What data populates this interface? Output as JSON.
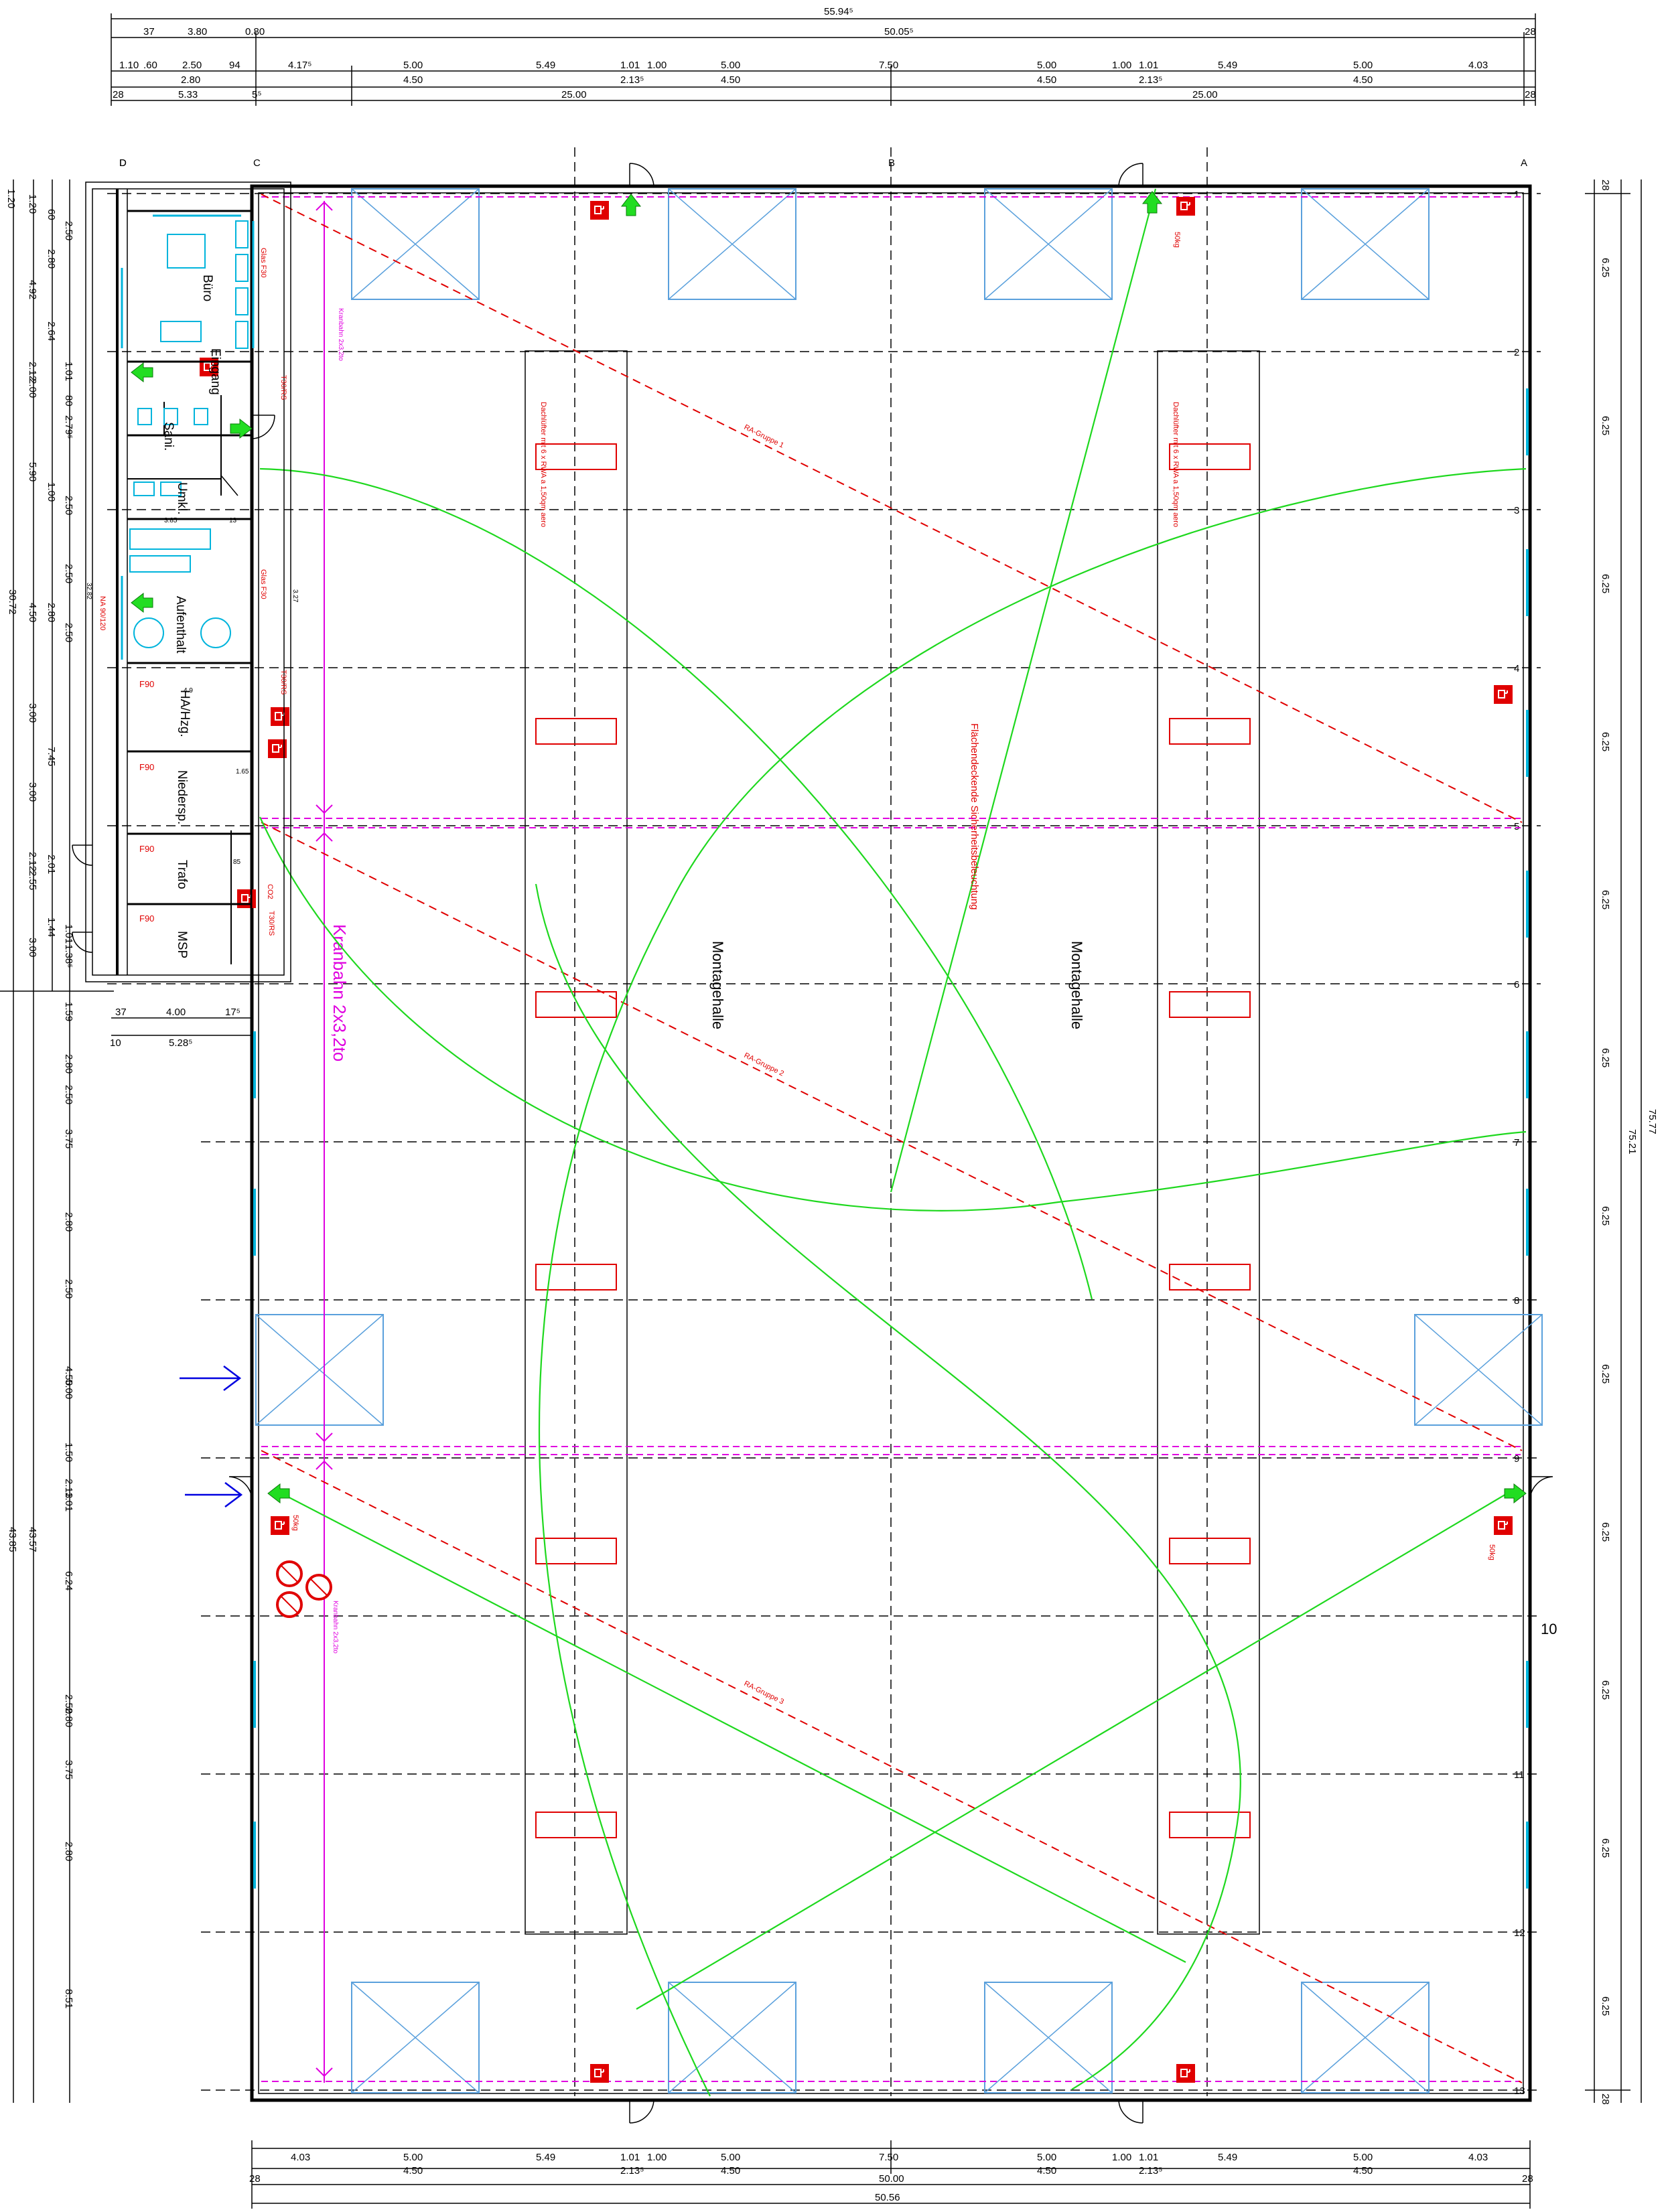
{
  "colors": {
    "wall": "#000000",
    "grid": "#000000",
    "green": "#1ed81e",
    "red": "#e00000",
    "magenta": "#e000e0",
    "cyan": "#00b4dc",
    "blue": "#0000e0",
    "skylight": "#5aa0dc"
  },
  "top_dims": {
    "overall": "55.94⁵",
    "mid": "50.05⁵",
    "right_end": "28",
    "row1": [
      "37",
      "3.80",
      "0.80"
    ],
    "row2": [
      "1.10",
      ".60",
      "2.50",
      "94",
      "4.17⁵",
      "5.00",
      "5.49",
      "1.01",
      "1.00",
      "5.00",
      "7.50",
      "5.00",
      "1.00",
      "1.01",
      "5.49",
      "5.00",
      "4.03"
    ],
    "row3": [
      "2.80",
      "4.50",
      "2.13⁵",
      "4.50",
      "4.50",
      "2.13⁵",
      "4.50"
    ],
    "row4": [
      "28",
      "5.33",
      "5⁵",
      "25.00",
      "25.00",
      "28"
    ]
  },
  "bottom_dims": {
    "row1": [
      "4.03",
      "5.00",
      "5.49",
      "1.01",
      "1.00",
      "5.00",
      "7.50",
      "5.00",
      "1.00",
      "1.01",
      "5.49",
      "5.00",
      "4.03"
    ],
    "row2": [
      "4.50",
      "2.13⁵",
      "4.50",
      "4.50",
      "2.13⁵",
      "4.50"
    ],
    "total": "50.00",
    "ends": [
      "28",
      "28"
    ],
    "overall": "50.56"
  },
  "right_dims": {
    "bays": [
      "6.25",
      "6.25",
      "6.25",
      "6.25",
      "6.25",
      "6.25",
      "6.25",
      "6.25",
      "6.25",
      "6.25",
      "6.25",
      "6.25"
    ],
    "ends": [
      "28",
      "28"
    ],
    "inner": "75.21",
    "outer": "75.77"
  },
  "left_dims": {
    "outer_top": "30.72",
    "outer_bottom": "43.85",
    "inner_bottom": "43.57",
    "top_small": "1.20",
    "col_a": [
      "1.20",
      "2.80",
      "4.92",
      "2.64",
      "2.12",
      "2.00",
      "5.90",
      "1.00",
      "4.50",
      "2.80",
      "3.00",
      "7.45",
      "3.00",
      "2.12",
      "2.55",
      "1.44",
      "3.00"
    ],
    "col_b": [
      "60",
      "2.50",
      "1.01",
      "80",
      "2.79⁵",
      "2.50",
      "2.50",
      "2.50",
      "2.01",
      "1.01",
      "1.38⁵"
    ],
    "lower": [
      "1.59",
      "2.80",
      "2.50",
      "3.75",
      "2.80",
      "2.50",
      "4.50",
      "5.00",
      "1.50",
      "2.13",
      "1.01",
      "6.24",
      "2.50",
      "2.80",
      "3.75",
      "2.80",
      "8.51"
    ],
    "annex_width": [
      "37",
      "4.00",
      "17⁵",
      "10",
      "5.28⁵"
    ]
  },
  "axes_top": [
    "D",
    "C",
    "B",
    "A"
  ],
  "axes_right": [
    "1",
    "2",
    "3",
    "4",
    "5",
    "6",
    "7",
    "8",
    "9",
    "10",
    "11",
    "12",
    "13"
  ],
  "rooms": {
    "buero": "Büro",
    "eingang": "Eingang",
    "sani": "Sani.",
    "umkl": "Umkl.",
    "aufenthalt": "Aufenthalt",
    "ha_hzg": "HA/Hzg.",
    "niedersp": "Niedersp.",
    "trafo": "Trafo",
    "msp": "MSP",
    "hall_left": "Montagehalle",
    "hall_right": "Montagehalle"
  },
  "fire_labels": [
    "F90",
    "F90",
    "F90",
    "F90"
  ],
  "small_labels": {
    "t30": "T30/RS",
    "na": "NA 90/120",
    "glas": "Glas F30",
    "co2": "CO2",
    "kg50": "50kg",
    "b85": "85",
    "b165": "1.65",
    "ra_w": "3.85",
    "w13": "13",
    "w49": "4.9",
    "w327": "3.27",
    "w3282": "32.82"
  },
  "crane": {
    "label_big": "Kranbahn 2x3,2to",
    "label_small": "Kranbahn 2x3,2to"
  },
  "ra_groups": [
    "RA-Gruppe 1",
    "RA-Gruppe 2",
    "RA-Gruppe 3"
  ],
  "safety_light": "Flächendeckende Sicherheitsbeleuchtung",
  "roof_fans": "Dachlüfter mit 6 x RWA a 1,50qm aero"
}
